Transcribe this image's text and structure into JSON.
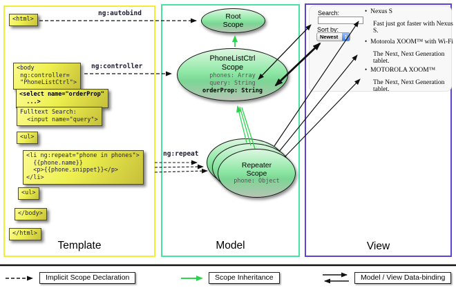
{
  "columns": {
    "template": {
      "label": "Template"
    },
    "model": {
      "label": "Model"
    },
    "view": {
      "label": "View"
    }
  },
  "annotations": {
    "autobind": "ng:autobind",
    "controller": "ng:controller",
    "repeat": "ng:repeat"
  },
  "template_boxes": {
    "html_open": "<html>",
    "body_open": "<body\n ng:controller=\n \"PhoneListCtrl\">",
    "select_tag": "<select name=\"orderProp\"\n  ...>",
    "fulltext": "Fulltext Search:\n  <input name=\"query\">",
    "ul_open": "<ul>",
    "li_repeat": "<li ng:repeat=\"phone in phones\">\n  {{phone.name}}\n  <p>{{phone.snippet}}</p>\n</li>",
    "ul_close": "<ul>",
    "body_close": "</body>",
    "html_close": "</html>"
  },
  "model": {
    "root_scope": {
      "title": "Root\nScope"
    },
    "phonelist_scope": {
      "title": "PhoneListCtrl\nScope",
      "props": [
        "phones: Array",
        "query: String"
      ],
      "bold_prop": "orderProp: String"
    },
    "repeater_scope": {
      "title": "Repeater\nScope",
      "prop": "phone: Object"
    }
  },
  "view": {
    "search_label": "Search:",
    "search_value": "",
    "sort_label": "Sort by:",
    "sort_value": "Newest",
    "bullet": "•",
    "items": [
      {
        "title": "Nexus S",
        "snippet": "Fast just got faster with Nexus S."
      },
      {
        "title": "Motorola XOOM™ with Wi-Fi",
        "snippet": "The Next, Next Generation tablet."
      },
      {
        "title": "MOTOROLA XOOM™",
        "snippet": "The Next, Next Generation tablet."
      }
    ]
  },
  "legend": [
    {
      "type": "dashed-arrow",
      "label": "Implicit Scope Declaration"
    },
    {
      "type": "green-arrow",
      "label": "Scope Inheritance"
    },
    {
      "type": "double-arrow",
      "label": "Model / View Data-binding"
    }
  ],
  "colors": {
    "template_border": "#f2ee33",
    "model_border": "#46e3a2",
    "view_border": "#5a43cf",
    "inheritance_green": "#2fd24f",
    "code_box_yellow": "#eef04f",
    "scope_fill_green": "#8fe8a6"
  }
}
